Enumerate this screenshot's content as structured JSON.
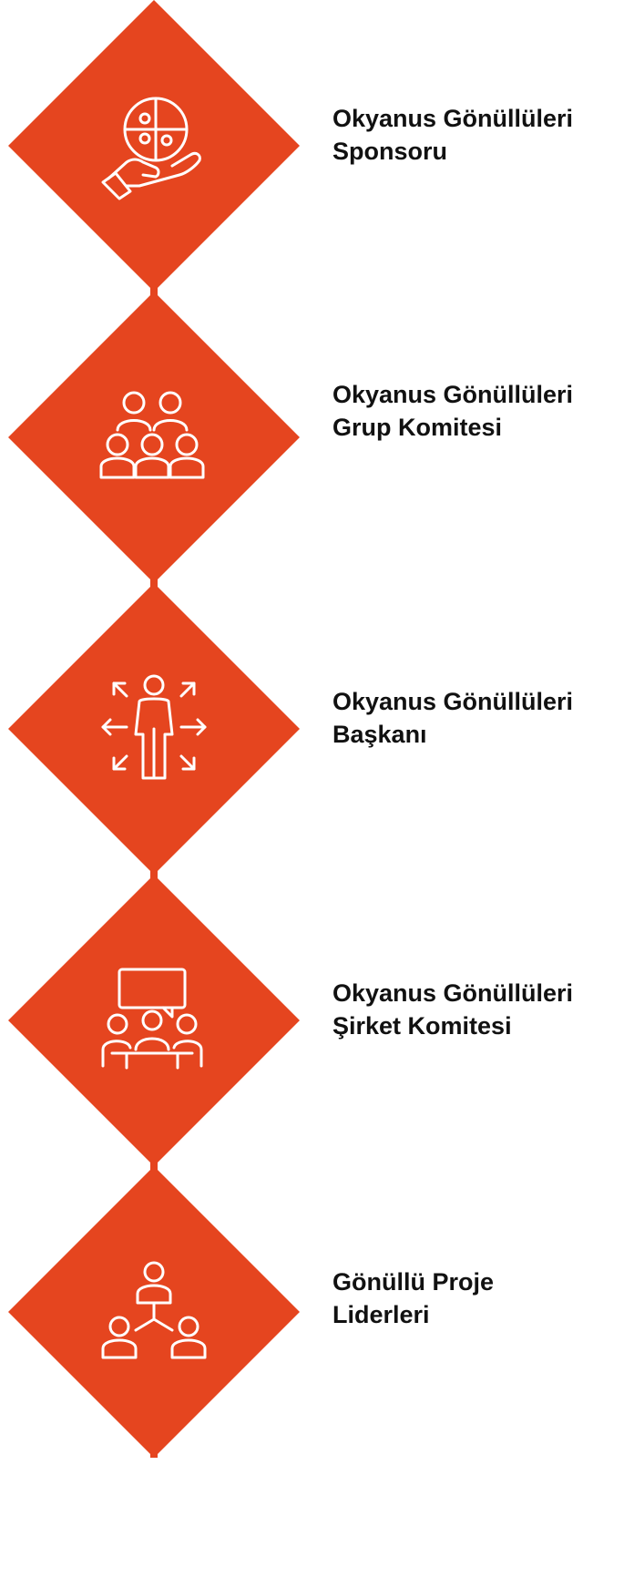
{
  "accent_color": "#e5451f",
  "levels": [
    {
      "line1": "Okyanus Gönüllüleri",
      "line2": "Sponsoru",
      "icon": "hand-puzzle-icon"
    },
    {
      "line1": "Okyanus Gönüllüleri",
      "line2": "Grup Komitesi",
      "icon": "group-people-icon"
    },
    {
      "line1": "Okyanus Gönüllüleri",
      "line2": "Başkanı",
      "icon": "leader-arrows-icon"
    },
    {
      "line1": "Okyanus Gönüllüleri",
      "line2": "Şirket Komitesi",
      "icon": "meeting-chat-icon"
    },
    {
      "line1": "Gönüllü Proje",
      "line2": "Liderleri",
      "icon": "team-network-icon"
    }
  ]
}
